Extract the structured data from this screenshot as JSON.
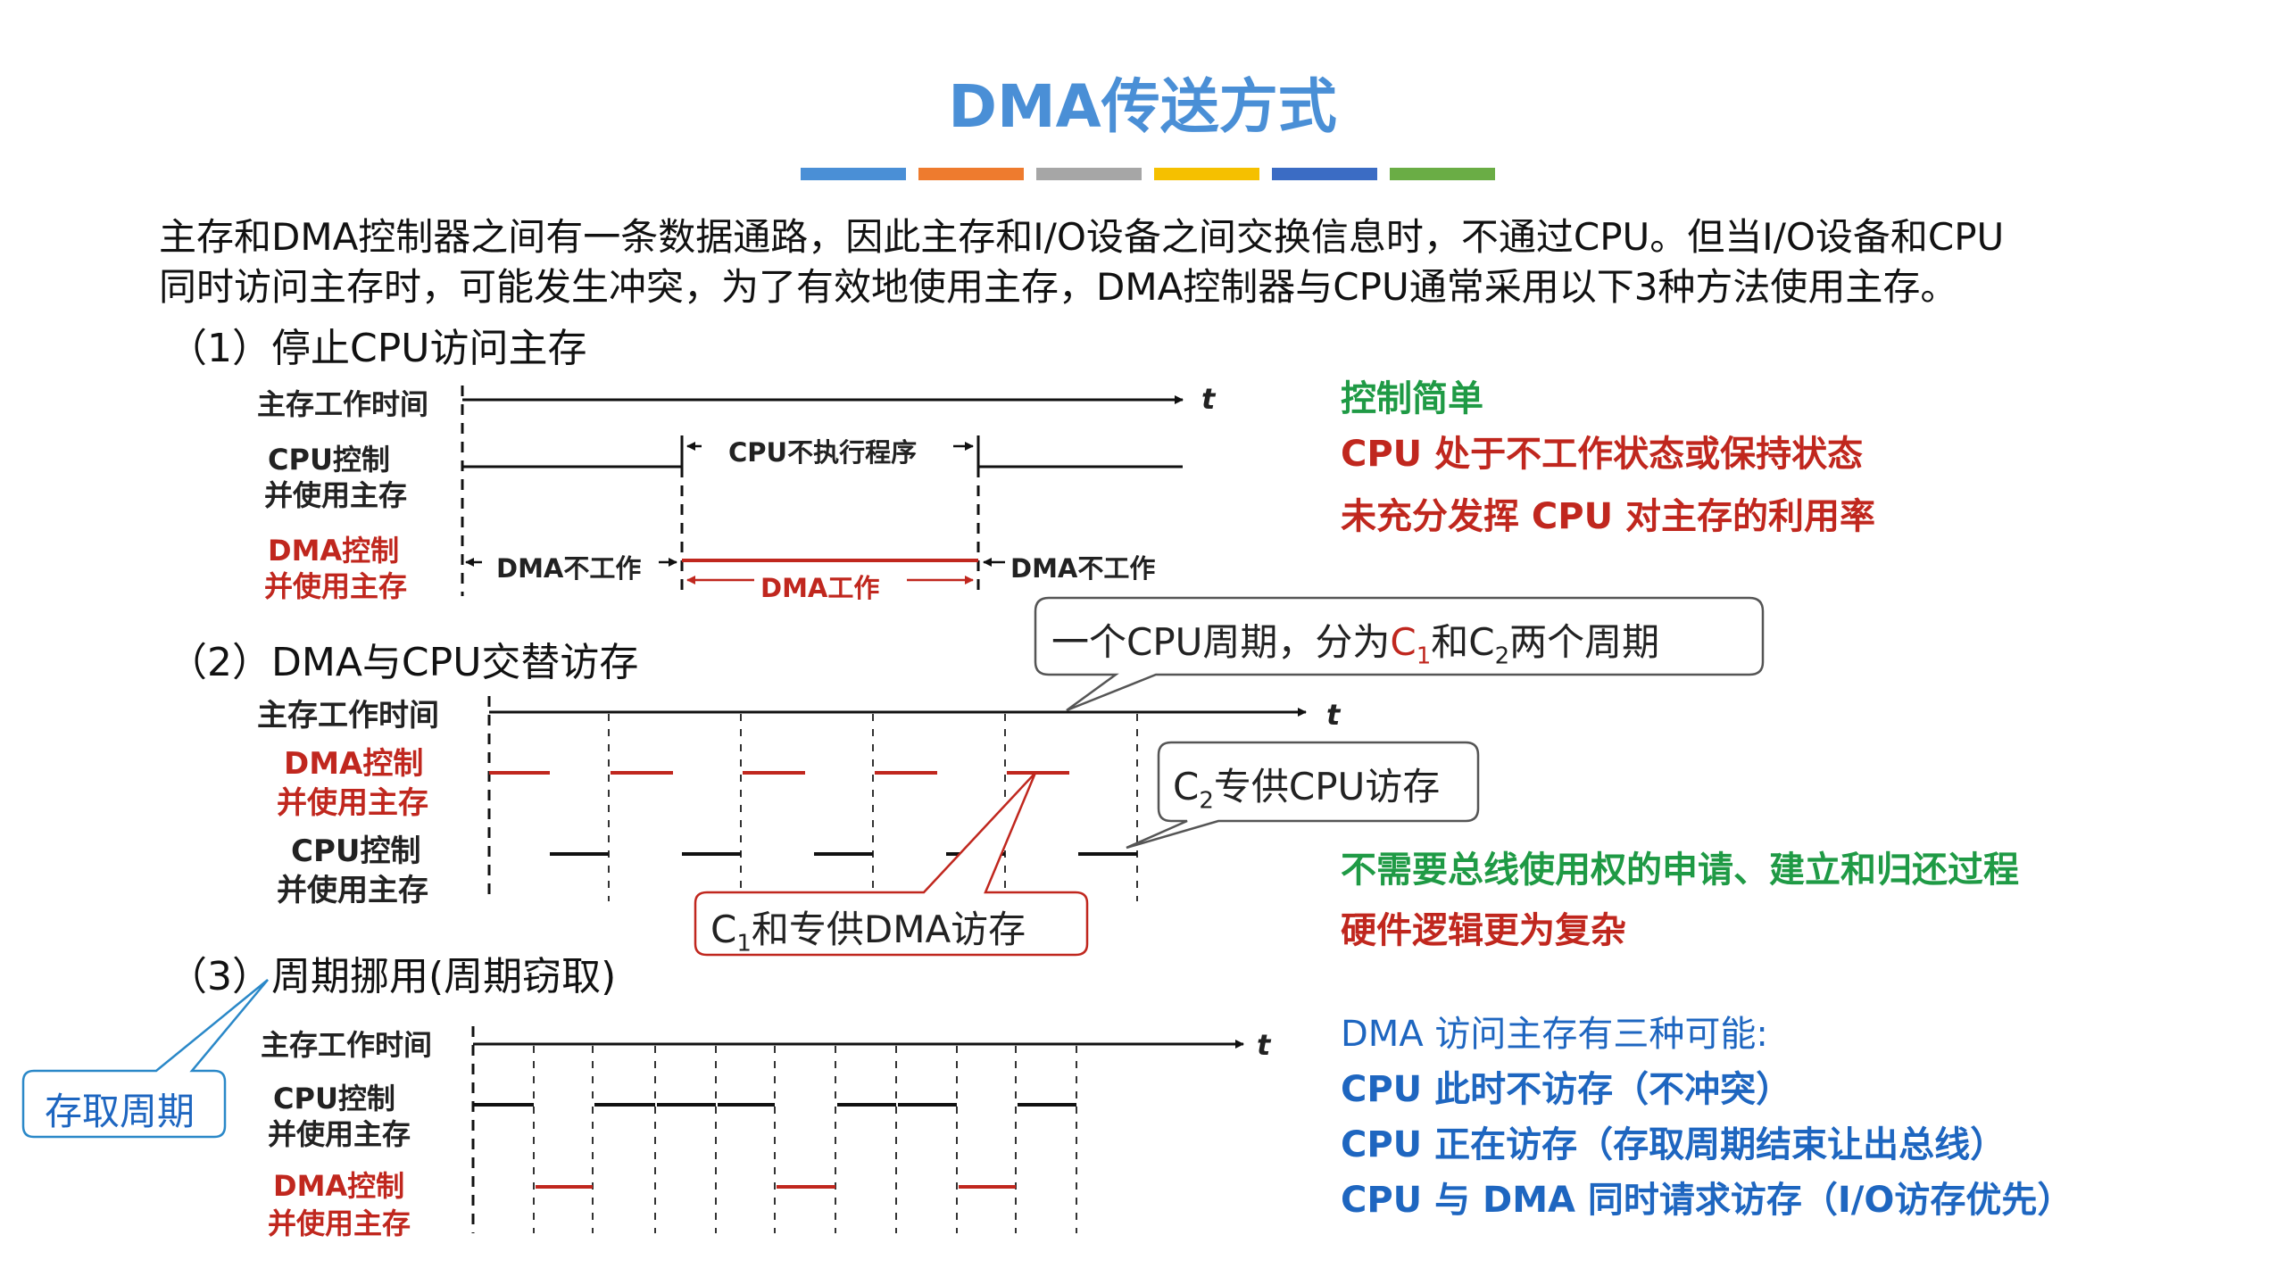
{
  "title": "DMA传送方式",
  "accent_bars": [
    "#4a8fd6",
    "#ee7b2e",
    "#a6a6a6",
    "#f5c000",
    "#3b6cc4",
    "#6aad45"
  ],
  "intro": {
    "line1": "主存和DMA控制器之间有一条数据通路，因此主存和I/O设备之间交换信息时，不通过CPU。但当I/O设备和CPU",
    "line2": "同时访问主存时，可能发生冲突，为了有效地使用主存，DMA控制器与CPU通常采用以下3种方法使用主存。"
  },
  "section1": {
    "heading": "（1）停止CPU访问主存",
    "row_time": "主存工作时间",
    "row_cpu_1": "CPU控制",
    "row_cpu_2": "并使用主存",
    "row_dma_1": "DMA控制",
    "row_dma_2": "并使用主存",
    "axis_t": "t",
    "cpu_not_exec": "CPU不执行程序",
    "dma_idle_left": "DMA不工作",
    "dma_work": "DMA工作",
    "dma_idle_right": "DMA不工作",
    "notes": [
      "控制简单",
      "CPU 处于不工作状态或保持状态",
      "未充分发挥 CPU 对主存的利用率"
    ]
  },
  "section2": {
    "heading": "（2）DMA与CPU交替访存",
    "row_time": "主存工作时间",
    "row_dma_1": "DMA控制",
    "row_dma_2": "并使用主存",
    "row_cpu_1": "CPU控制",
    "row_cpu_2": "并使用主存",
    "axis_t": "t",
    "bubble_cycle_pre": "一个CPU周期，分为",
    "bubble_cycle_c": "C",
    "bubble_cycle_1": "1",
    "bubble_cycle_mid": "和C",
    "bubble_cycle_2": "2",
    "bubble_cycle_post": "两个周期",
    "bubble_c2_c": "C",
    "bubble_c2_sub": "2",
    "bubble_c2_post": "专供CPU访存",
    "bubble_c1_c": "C",
    "bubble_c1_sub": "1",
    "bubble_c1_post": "和专供DMA访存",
    "notes": [
      "不需要总线使用权的申请、建立和归还过程",
      "硬件逻辑更为复杂"
    ]
  },
  "section3": {
    "heading": "（3）周期挪用(周期窃取)",
    "row_time": "主存工作时间",
    "row_cpu_1": "CPU控制",
    "row_cpu_2": "并使用主存",
    "row_dma_1": "DMA控制",
    "row_dma_2": "并使用主存",
    "axis_t": "t",
    "bubble_access": "存取周期",
    "notes": [
      "DMA 访问主存有三种可能:",
      "CPU 此时不访存（不冲突）",
      "CPU 正在访存（存取周期结束让出总线）",
      "CPU 与 DMA 同时请求访存（I/O访存优先）"
    ]
  }
}
